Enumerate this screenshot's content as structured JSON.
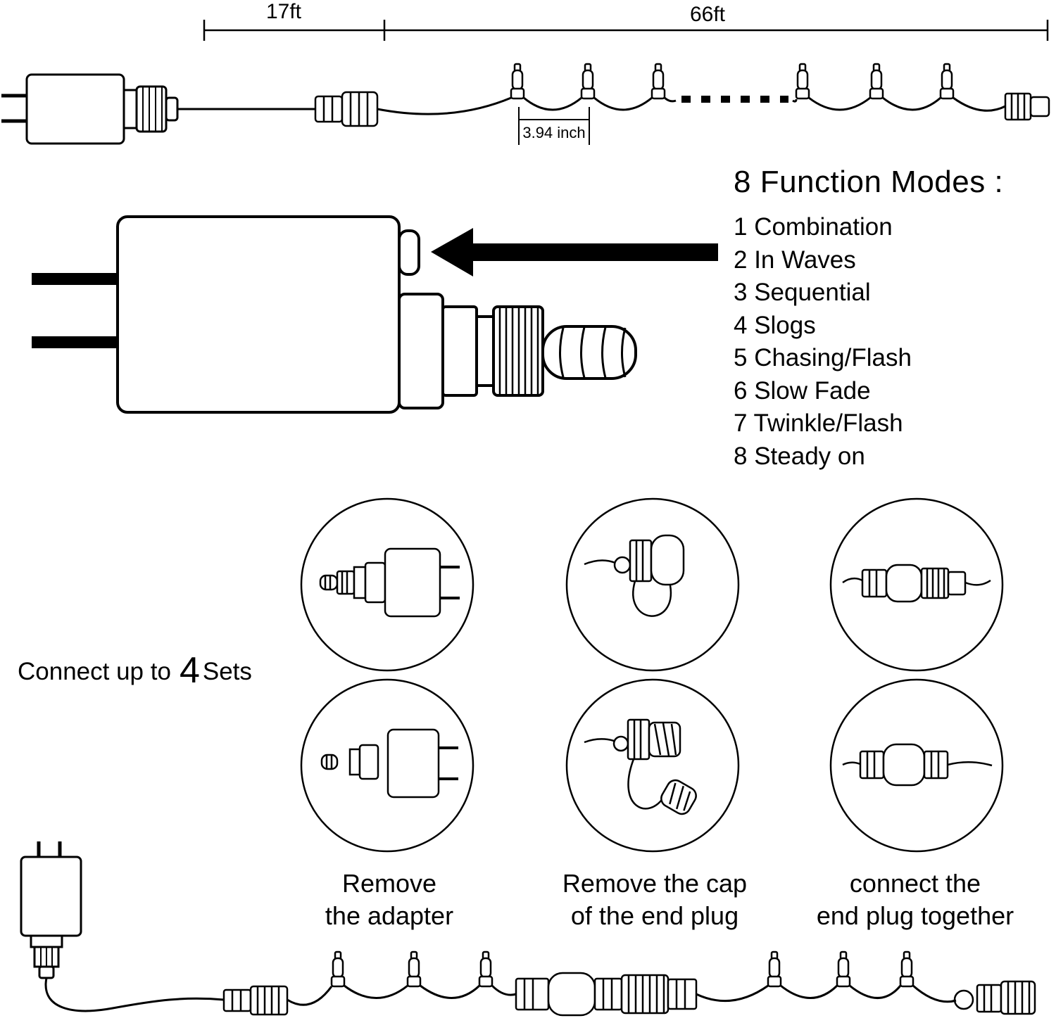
{
  "colors": {
    "line": "#000000",
    "background": "#ffffff"
  },
  "top_diagram": {
    "segment1_length": "17ft",
    "segment2_length": "66ft",
    "bulb_spacing": "3.94 inch"
  },
  "function_modes": {
    "title": "8 Function Modes :",
    "items": [
      "1 Combination",
      "2 In Waves",
      "3 Sequential",
      "4 Slogs",
      "5 Chasing/Flash",
      "6 Slow Fade",
      "7 Twinkle/Flash",
      "8 Steady on"
    ]
  },
  "connect_sets": {
    "prefix": "Connect up to",
    "count": "4",
    "suffix": "Sets"
  },
  "steps": [
    {
      "line1": "Remove",
      "line2": "the adapter"
    },
    {
      "line1": "Remove the cap",
      "line2": "of the end plug"
    },
    {
      "line1": "connect the",
      "line2": "end plug together"
    }
  ]
}
